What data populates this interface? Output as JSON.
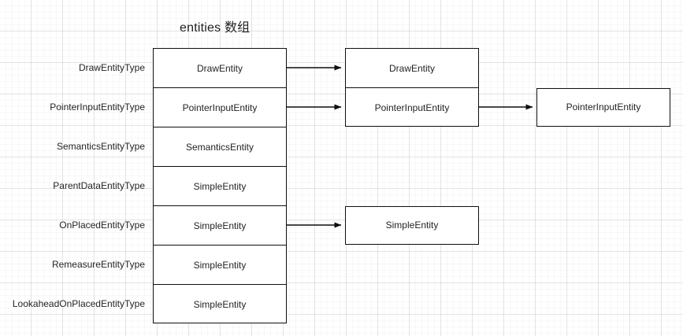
{
  "diagram": {
    "title": "entities 数组",
    "type_labels": [
      "DrawEntityType",
      "PointerInputEntityType",
      "SemanticsEntityType",
      "ParentDataEntityType",
      "OnPlacedEntityType",
      "RemeasureEntityType",
      "LookaheadOnPlacedEntityType"
    ],
    "array_cells": [
      "DrawEntity",
      "PointerInputEntity",
      "SemanticsEntity",
      "SimpleEntity",
      "SimpleEntity",
      "SimpleEntity",
      "SimpleEntity"
    ],
    "middle_node": {
      "cells": [
        "DrawEntity",
        "PointerInputEntity"
      ]
    },
    "right_node": {
      "label": "PointerInputEntity"
    },
    "bottom_node": {
      "label": "SimpleEntity"
    },
    "colors": {
      "stroke": "#0f0f0f",
      "text": "#242424",
      "background": "#ffffff",
      "grid_major": "#b4b4b4",
      "grid_minor": "#c8c8cd"
    }
  }
}
